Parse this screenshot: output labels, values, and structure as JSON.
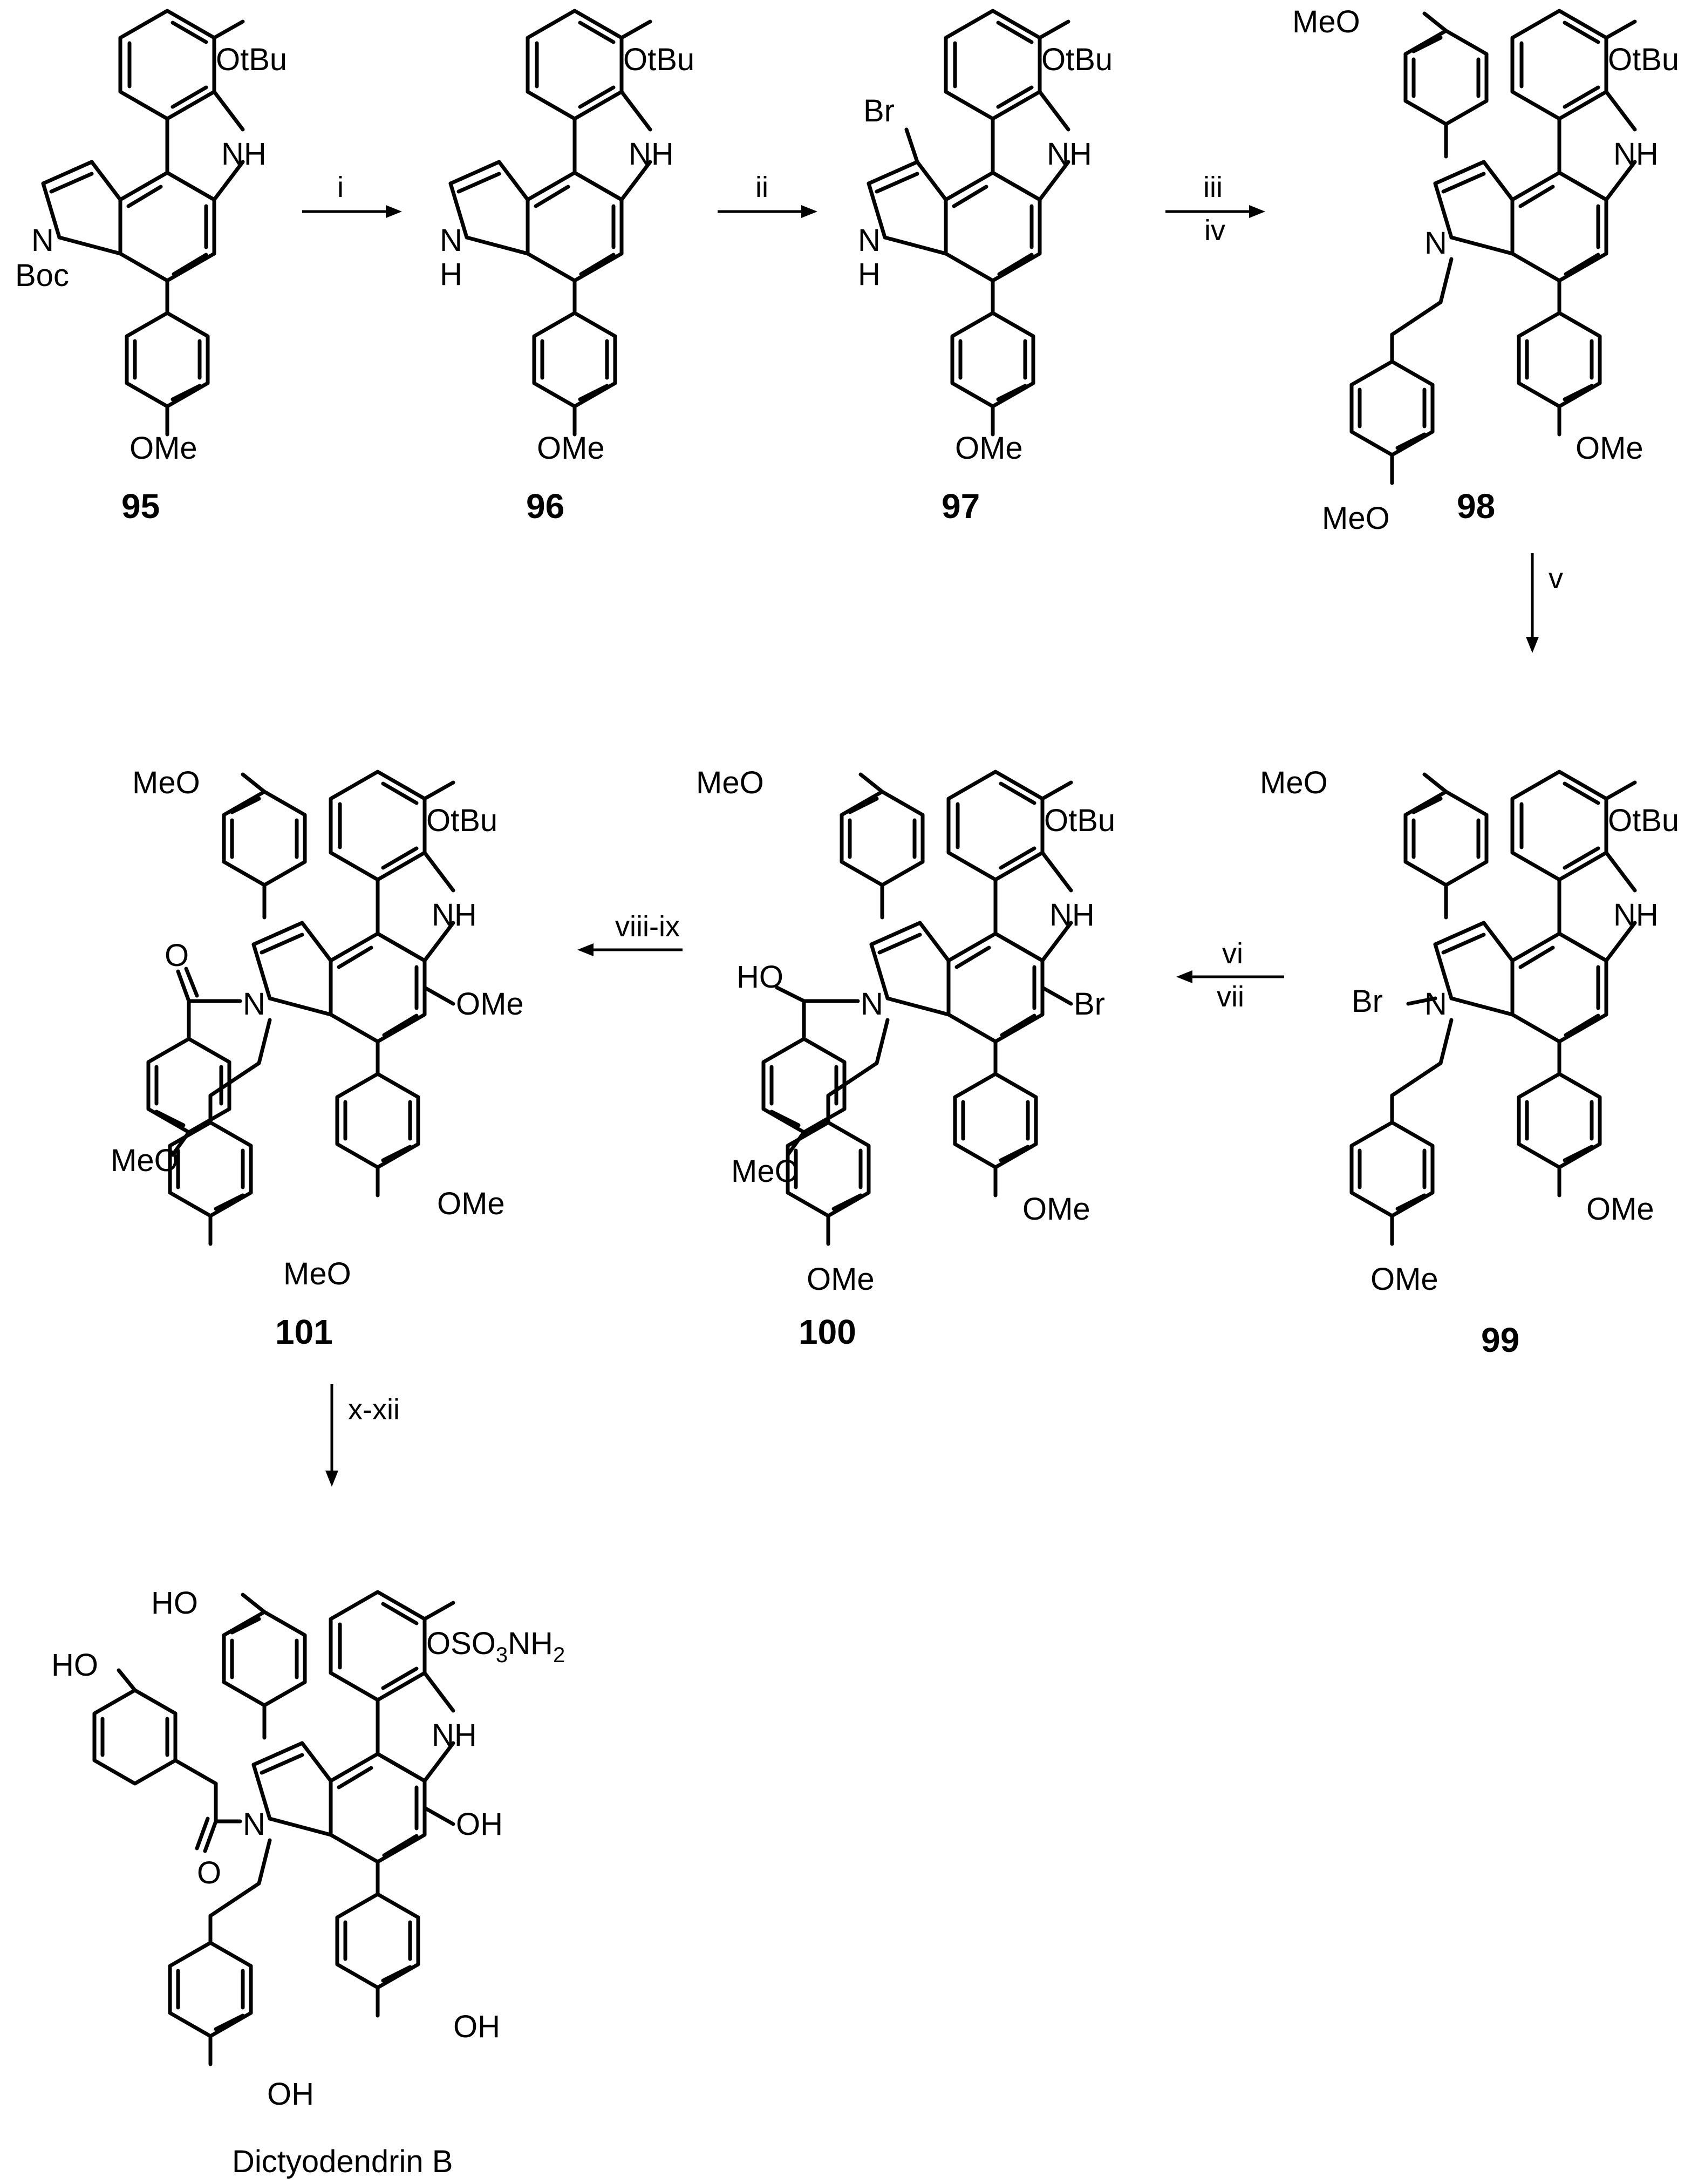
{
  "scheme": {
    "compounds": [
      {
        "id": "95",
        "label": "95",
        "substituents": {
          "top": "OtBu",
          "nh": "NH",
          "pyrrole_n": "N",
          "protecting": "Boc",
          "aryl_para": "OMe"
        }
      },
      {
        "id": "96",
        "label": "96",
        "substituents": {
          "top": "OtBu",
          "nh": "NH",
          "pyrrole_n": "N",
          "pyrrole_h": "H",
          "aryl_para": "OMe"
        }
      },
      {
        "id": "97",
        "label": "97",
        "substituents": {
          "top": "OtBu",
          "nh": "NH",
          "pyrrole_n": "N",
          "pyrrole_h": "H",
          "bromo": "Br",
          "aryl_para": "OMe"
        }
      },
      {
        "id": "98",
        "label": "98",
        "substituents": {
          "top": "OtBu",
          "nh": "NH",
          "pyrrole_n": "N",
          "aryl_top": "MeO",
          "aryl_para": "OMe",
          "phenethyl_para": "MeO"
        }
      },
      {
        "id": "99",
        "label": "99",
        "substituents": {
          "top": "OtBu",
          "nh": "NH",
          "pyrrole_n": "N",
          "bromo": "Br",
          "aryl_top": "MeO",
          "aryl_para": "OMe",
          "phenethyl_para": "OMe"
        }
      },
      {
        "id": "100",
        "label": "100",
        "substituents": {
          "top": "OtBu",
          "nh": "NH",
          "pyrrole_n": "N",
          "bromo": "Br",
          "hydroxy": "HO",
          "aryl_top": "MeO",
          "benzyl_para": "MeO",
          "aryl_para": "OMe",
          "phenethyl_para": "OMe"
        }
      },
      {
        "id": "101",
        "label": "101",
        "substituents": {
          "top": "OtBu",
          "nh": "NH",
          "pyrrole_n": "N",
          "carbonyl_o": "O",
          "methoxy": "OMe",
          "aryl_top": "MeO",
          "benzoyl_para": "MeO",
          "aryl_para": "OMe",
          "phenethyl_para": "MeO"
        }
      },
      {
        "id": "dictyodendrin-b",
        "label": "Dictyodendrin B",
        "substituents": {
          "top_o": "OSO",
          "top_sub3": "3",
          "top_nh": "NH",
          "top_sub2": "2",
          "nh": "NH",
          "pyrrole_n": "N",
          "carbonyl_o": "O",
          "hydroxy": "OH",
          "aryl_top": "HO",
          "benzoyl_para": "HO",
          "aryl_para": "OH",
          "phenethyl_para": "OH"
        }
      }
    ],
    "arrows": [
      {
        "id": "i",
        "labels": [
          "i"
        ]
      },
      {
        "id": "ii",
        "labels": [
          "ii"
        ]
      },
      {
        "id": "iii-iv",
        "labels": [
          "iii",
          "iv"
        ]
      },
      {
        "id": "v",
        "labels": [
          "v"
        ]
      },
      {
        "id": "vi-vii",
        "labels": [
          "vi",
          "vii"
        ]
      },
      {
        "id": "viii-ix",
        "labels": [
          "viii-ix"
        ]
      },
      {
        "id": "x-xii",
        "labels": [
          "x-xii"
        ]
      }
    ]
  }
}
